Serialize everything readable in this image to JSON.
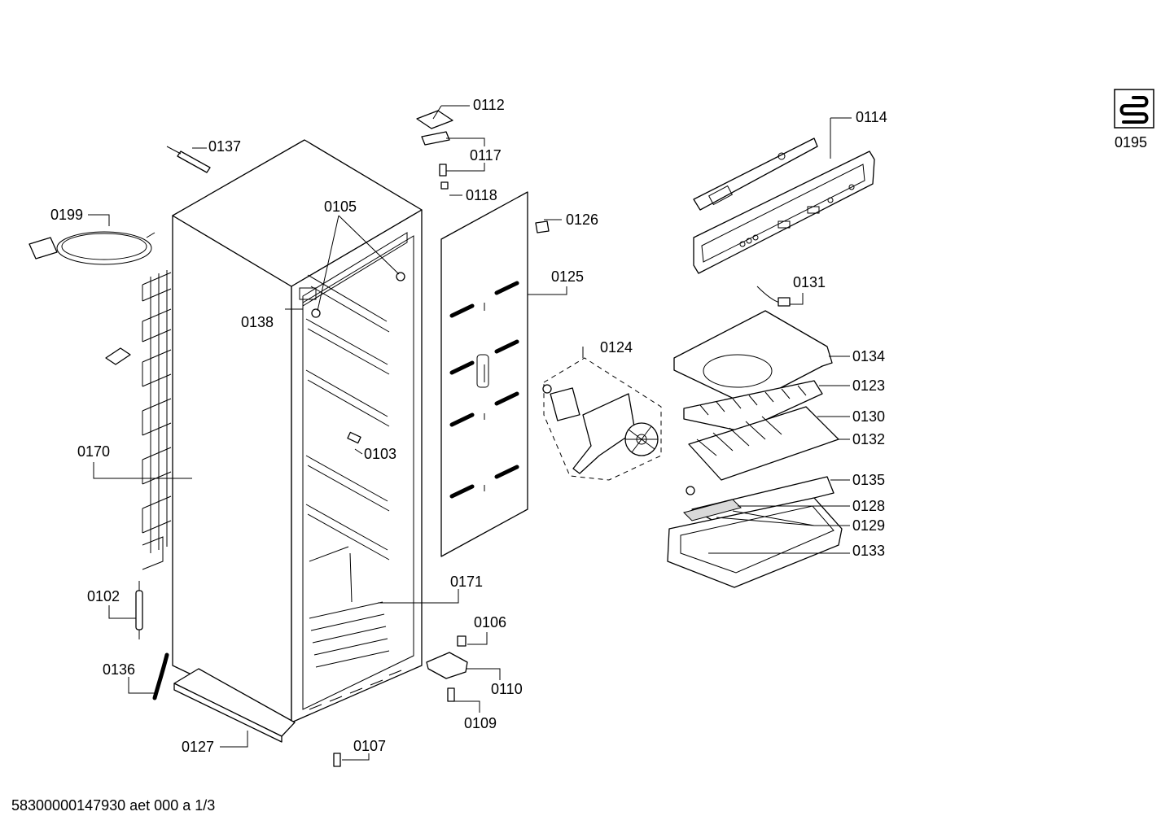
{
  "footer": {
    "document_code": "58300000147930 aet 000 a 1/3"
  },
  "labels": {
    "p0195": "0195",
    "p0112": "0112",
    "p0117": "0117",
    "p0118": "0118",
    "p0137": "0137",
    "p0199": "0199",
    "p0105": "0105",
    "p0138": "0138",
    "p0126": "0126",
    "p0125": "0125",
    "p0124": "0124",
    "p0170": "0170",
    "p0103": "0103",
    "p0171": "0171",
    "p0102": "0102",
    "p0106": "0106",
    "p0110": "0110",
    "p0109": "0109",
    "p0136": "0136",
    "p0127": "0127",
    "p0107": "0107",
    "p0114": "0114",
    "p0131": "0131",
    "p0134": "0134",
    "p0123": "0123",
    "p0130": "0130",
    "p0132": "0132",
    "p0135": "0135",
    "p0128": "0128",
    "p0129": "0129",
    "p0133": "0133"
  }
}
